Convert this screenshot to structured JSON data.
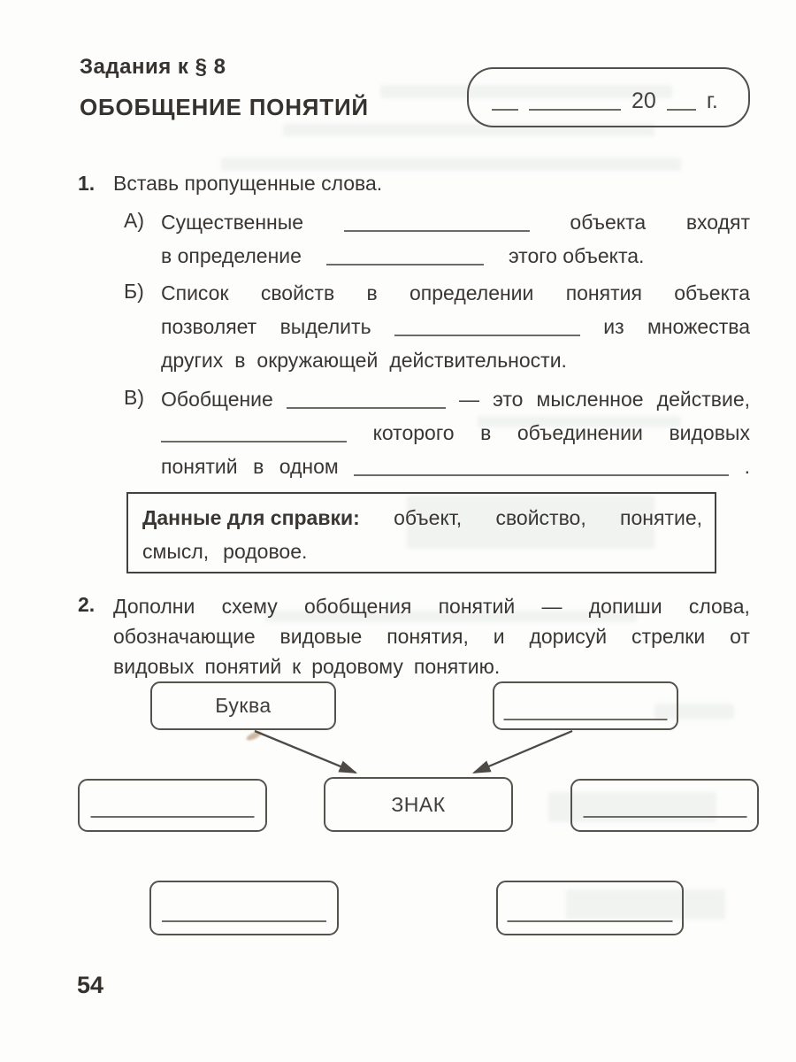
{
  "header": {
    "section": "Задания к § 8",
    "title": "ОБОБЩЕНИЕ ПОНЯТИЙ"
  },
  "date_box": {
    "tokens": [
      {
        "b": 30
      },
      {
        "b": 104
      },
      {
        "w": "20"
      },
      {
        "b": 33
      },
      {
        "w": "г."
      }
    ]
  },
  "task1": {
    "number": "1.",
    "prompt": "Вставь пропущенные слова.",
    "item_a": {
      "label": "А)",
      "line1": [
        {
          "w": "Существенные"
        },
        {
          "b": 210
        },
        {
          "w": "объекта"
        },
        {
          "w": "входят"
        }
      ],
      "line2": [
        {
          "w": "в определение"
        },
        {
          "b": 178
        },
        {
          "w": "этого объекта."
        }
      ]
    },
    "item_b": {
      "label": "Б)",
      "line1": [
        {
          "w": "Список"
        },
        {
          "w": "свойств"
        },
        {
          "w": "в"
        },
        {
          "w": "определении"
        },
        {
          "w": "понятия"
        },
        {
          "w": "объекта"
        }
      ],
      "line2": [
        {
          "w": "позволяет"
        },
        {
          "w": "выделить"
        },
        {
          "b": 210
        },
        {
          "w": "из"
        },
        {
          "w": "множества"
        }
      ],
      "line3": [
        {
          "w": "других"
        },
        {
          "w": "в"
        },
        {
          "w": "окружающей"
        },
        {
          "w": "действительности."
        }
      ]
    },
    "item_v": {
      "label": "В)",
      "line1": [
        {
          "w": "Обобщение"
        },
        {
          "b": 180
        },
        {
          "w": "—"
        },
        {
          "w": "это"
        },
        {
          "w": "мысленное"
        },
        {
          "w": "действие,"
        }
      ],
      "line2": [
        {
          "b": 210
        },
        {
          "w": "которого"
        },
        {
          "w": "в"
        },
        {
          "w": "объединении"
        },
        {
          "w": "видовых"
        }
      ],
      "line3": [
        {
          "w": "понятий"
        },
        {
          "w": "в"
        },
        {
          "w": "одном"
        },
        {
          "b": 424
        },
        {
          "w": "."
        }
      ]
    }
  },
  "reference": {
    "line1": [
      {
        "w": "Данные для справки:",
        "bold": true
      },
      {
        "w": "объект,"
      },
      {
        "w": "свойство,"
      },
      {
        "w": "понятие,"
      }
    ],
    "line2": [
      {
        "w": "смысл,"
      },
      {
        "w": "родовое."
      }
    ]
  },
  "task2": {
    "number": "2.",
    "line1": [
      {
        "w": "Дополни"
      },
      {
        "w": "схему"
      },
      {
        "w": "обобщения"
      },
      {
        "w": "понятий"
      },
      {
        "w": "—"
      },
      {
        "w": "допиши"
      },
      {
        "w": "слова,"
      }
    ],
    "line2": [
      {
        "w": "обозначающие"
      },
      {
        "w": "видовые"
      },
      {
        "w": "понятия,"
      },
      {
        "w": "и"
      },
      {
        "w": "дорисуй"
      },
      {
        "w": "стрелки"
      },
      {
        "w": "от"
      }
    ],
    "line3": [
      {
        "w": "видовых"
      },
      {
        "w": "понятий"
      },
      {
        "w": "к"
      },
      {
        "w": "родовому"
      },
      {
        "w": "понятию."
      }
    ]
  },
  "diagram": {
    "box_top_left": "Буква",
    "root": "ЗНАК"
  },
  "page_number": "54"
}
